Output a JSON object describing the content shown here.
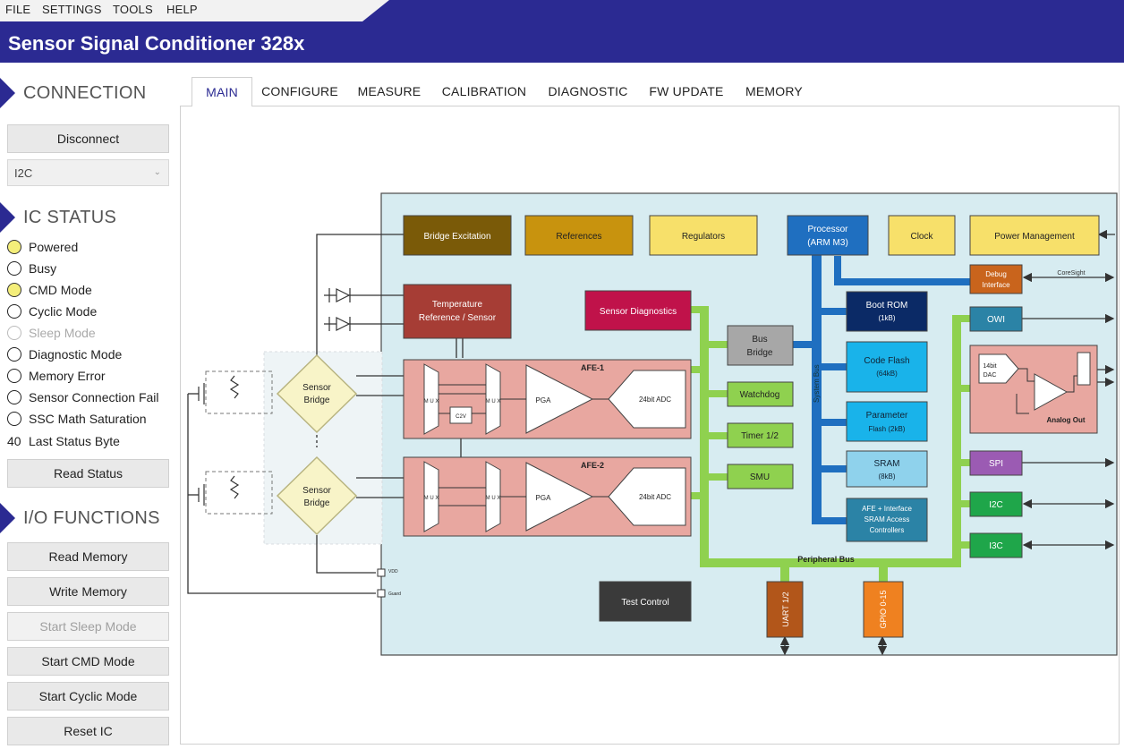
{
  "menu": [
    "FILE",
    "SETTINGS",
    "TOOLS",
    "HELP"
  ],
  "app_title": "Sensor Signal Conditioner 328x",
  "connection": {
    "heading": "CONNECTION",
    "disconnect_label": "Disconnect",
    "interface_value": "I2C"
  },
  "ic_status": {
    "heading": "IC STATUS",
    "items": [
      {
        "label": "Powered",
        "state": "on"
      },
      {
        "label": "Busy",
        "state": "off"
      },
      {
        "label": "CMD Mode",
        "state": "on"
      },
      {
        "label": "Cyclic Mode",
        "state": "off"
      },
      {
        "label": "Sleep Mode",
        "state": "disabled"
      },
      {
        "label": "Diagnostic Mode",
        "state": "off"
      },
      {
        "label": "Memory Error",
        "state": "off"
      },
      {
        "label": "Sensor Connection Fail",
        "state": "off"
      },
      {
        "label": "SSC Math Saturation",
        "state": "off"
      }
    ],
    "last_status_value": "40",
    "last_status_label": "Last Status Byte",
    "read_status_label": "Read Status"
  },
  "io_functions": {
    "heading": "I/O FUNCTIONS",
    "buttons": [
      "Read Memory",
      "Write Memory",
      "Start Sleep Mode",
      "Start CMD Mode",
      "Start Cyclic Mode",
      "Reset IC"
    ]
  },
  "tabs": [
    "MAIN",
    "CONFIGURE",
    "MEASURE",
    "CALIBRATION",
    "DIAGNOSTIC",
    "FW UPDATE",
    "MEMORY"
  ],
  "active_tab": "MAIN",
  "colors": {
    "brand": "#2b2a92",
    "status_on": "#f4ee7a",
    "chip_bg": "#d7ecf1",
    "afe": "#e8a7a0",
    "system_bus": "#1f6fc0",
    "peripheral_bus": "#8fd14f"
  },
  "diagram": {
    "bridge_excitation": "Bridge Excitation",
    "references": "References",
    "regulators": "Regulators",
    "processor_1": "Processor",
    "processor_2": "(ARM M3)",
    "clock": "Clock",
    "power_management": "Power Management",
    "debug_1": "Debug",
    "debug_2": "Interface",
    "coresight": "CoreSight",
    "temp_1": "Temperature",
    "temp_2": "Reference / Sensor",
    "sensor_diagnostics": "Sensor Diagnostics",
    "bus_bridge_1": "Bus",
    "bus_bridge_2": "Bridge",
    "boot_rom_1": "Boot ROM",
    "boot_rom_2": "(1kB)",
    "code_flash_1": "Code Flash",
    "code_flash_2": "(64kB)",
    "param_flash_1": "Parameter",
    "param_flash_2": "Flash (2kB)",
    "sram_1": "SRAM",
    "sram_2": "(8kB)",
    "afe_sram_1": "AFE + Interface",
    "afe_sram_2": "SRAM Access",
    "afe_sram_3": "Controllers",
    "system_bus": "System Bus",
    "owi": "OWI",
    "dac_1": "14bit",
    "dac_2": "DAC",
    "analog_out": "Analog Out",
    "spi": "SPI",
    "i2c": "I2C",
    "i3c": "I3C",
    "watchdog": "Watchdog",
    "timer": "Timer 1/2",
    "smu": "SMU",
    "afe1": "AFE-1",
    "afe2": "AFE-2",
    "mux": "M U X",
    "pga": "PGA",
    "adc": "24bit ADC",
    "c2v": "C2V",
    "sensor_bridge_1": "Sensor",
    "sensor_bridge_2": "Bridge",
    "peripheral_bus": "Peripheral Bus",
    "test_control": "Test Control",
    "uart": "UART 1/2",
    "gpio": "GPIO 0-15",
    "vdd": "VDD",
    "guard": "Guard"
  }
}
